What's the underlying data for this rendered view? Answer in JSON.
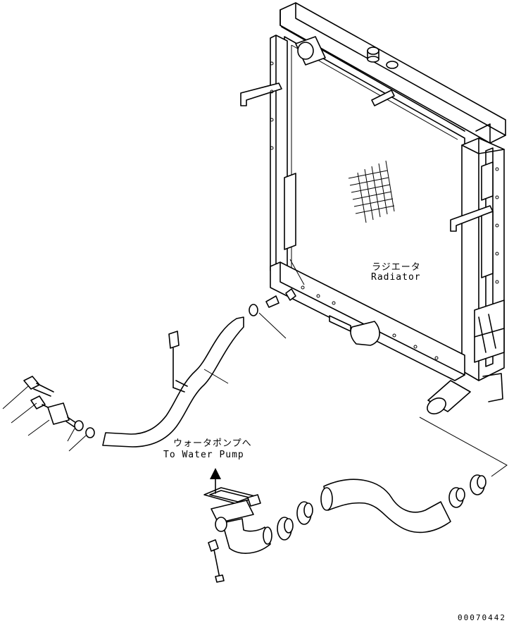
{
  "labels": {
    "radiator_jp": "ラジエータ",
    "radiator_en": "Radiator",
    "water_pump_jp": "ウォータポンプへ",
    "water_pump_en": "To Water Pump",
    "drawing_number": "00070442"
  }
}
